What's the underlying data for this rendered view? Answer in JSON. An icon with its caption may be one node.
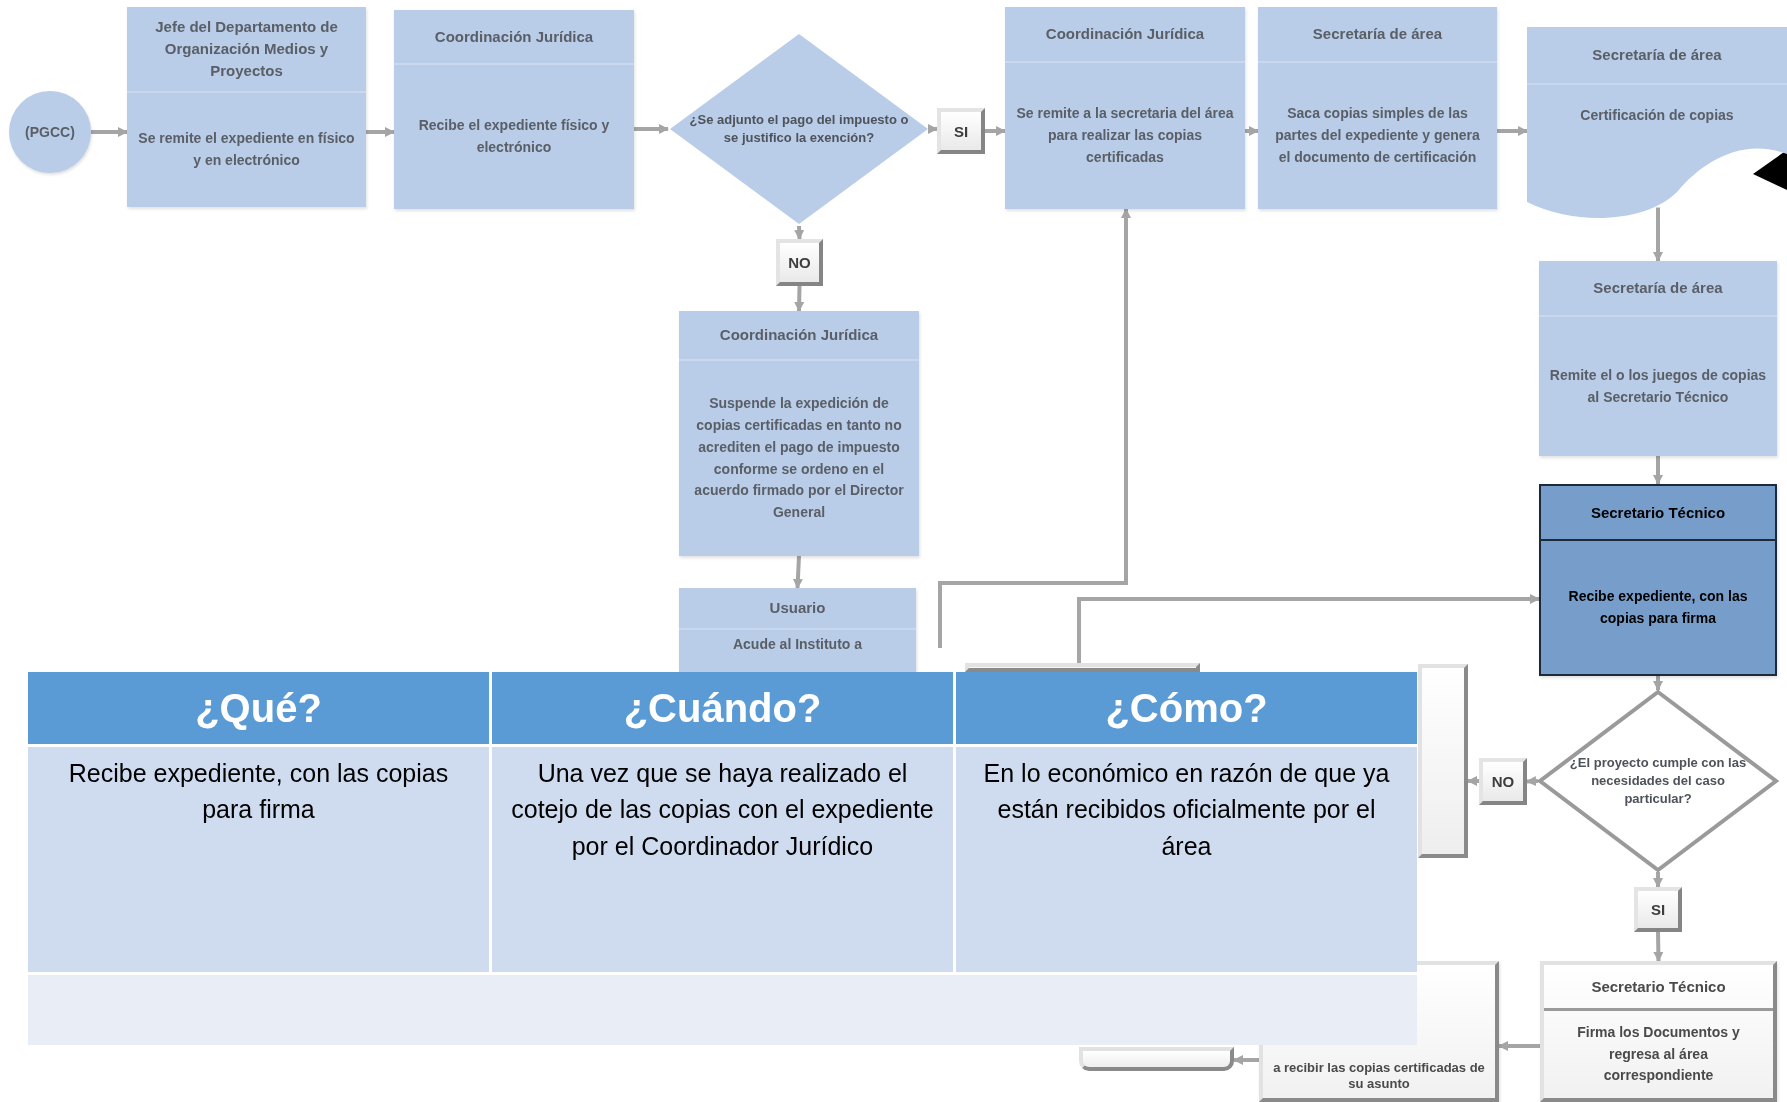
{
  "diagram": {
    "nodes": [
      {
        "text": [
          "(PGCC)"
        ]
      },
      {
        "text": [
          "Jefe del Departamento de Organización Medios y Proyectos",
          "Se remite el expediente en físico y en electrónico"
        ]
      },
      {
        "text": [
          "Coordinación Jurídica",
          "Recibe el expediente físico y electrónico"
        ]
      },
      {
        "text": [
          "¿Se adjunto el pago del impuesto o se justifico la exención?"
        ]
      },
      {
        "text": [
          "SI"
        ]
      },
      {
        "text": [
          "Coordinación Jurídica",
          "Se remite a la secretaria del área para realizar las copias certificadas"
        ]
      },
      {
        "text": [
          "Secretaría de área",
          "Saca copias simples de las partes del expediente y genera el documento de certificación"
        ]
      },
      {
        "text": [
          "Secretaría de área",
          "Certificación de copias"
        ]
      },
      {
        "text": [
          "NO"
        ]
      },
      {
        "text": [
          "Coordinación Jurídica",
          "Suspende la expedición de copias certificadas en tanto no acrediten el pago de impuesto conforme se ordeno en el acuerdo firmado por el Director General"
        ]
      },
      {
        "text": [
          "Secretaría de área",
          "Remite el o los juegos de copias al Secretario Técnico"
        ]
      },
      {
        "text": [
          "Usuario",
          "Acude al Instituto a"
        ]
      },
      {
        "text": [
          "Secretario Técnico",
          "Recibe expediente, con las copias para firma"
        ]
      },
      {
        "text": [],
        "shape": "box"
      },
      {
        "text": [],
        "shape": "box"
      },
      {
        "text": [
          "NO"
        ]
      },
      {
        "text": [
          "¿El proyecto cumple con las necesidades del caso particular?"
        ]
      },
      {
        "text": [
          "SI"
        ]
      },
      {
        "text": [],
        "shape": "box"
      },
      {
        "text": [
          "a recibir las copias certificadas de su asunto"
        ]
      },
      {
        "text": [
          "Secretario Técnico",
          "Firma los Documentos y regresa al área correspondiente"
        ]
      }
    ],
    "edges": [
      {
        "from": 0,
        "to": 1,
        "arrow": "to"
      },
      {
        "from": 1,
        "to": 2,
        "arrow": "to"
      },
      {
        "from": 2,
        "to": 3,
        "arrow": "to"
      },
      {
        "from": 3,
        "to": 4,
        "arrow": "to"
      },
      {
        "from": 4,
        "to": 5,
        "arrow": "to"
      },
      {
        "from": 5,
        "to": 6,
        "arrow": "to"
      },
      {
        "from": 6,
        "to": 7,
        "arrow": "to"
      },
      {
        "from": 3,
        "to": 8,
        "arrow": "to"
      },
      {
        "from": 8,
        "to": 9,
        "arrow": "to"
      },
      {
        "from": 9,
        "to": 11,
        "arrow": "to"
      },
      {
        "from": null,
        "to": 5,
        "arrow": "to"
      },
      {
        "from": 13,
        "to": 12,
        "arrow": "to"
      },
      {
        "from": 7,
        "to": 10,
        "arrow": "to"
      },
      {
        "from": 10,
        "to": 12,
        "arrow": "to"
      },
      {
        "from": 12,
        "to": 16,
        "arrow": "to"
      },
      {
        "from": 16,
        "to": 15,
        "arrow": "to"
      },
      {
        "from": 15,
        "to": 14,
        "arrow": "to"
      },
      {
        "from": 16,
        "to": 17,
        "arrow": "to"
      },
      {
        "from": 17,
        "to": 20,
        "arrow": "to"
      },
      {
        "from": 20,
        "to": 19,
        "arrow": "to"
      },
      {
        "from": 19,
        "to": 18,
        "arrow": "to"
      }
    ],
    "labels": [
      "¿Qué?",
      "¿Cuándo?",
      "¿Cómo?",
      "Recibe expediente, con las copias para firma",
      "Una vez que se haya realizado el cotejo de las copias con el expediente por el Coordinador Jurídico",
      "En lo económico en razón de que ya están recibidos oficialmente por el área"
    ]
  }
}
